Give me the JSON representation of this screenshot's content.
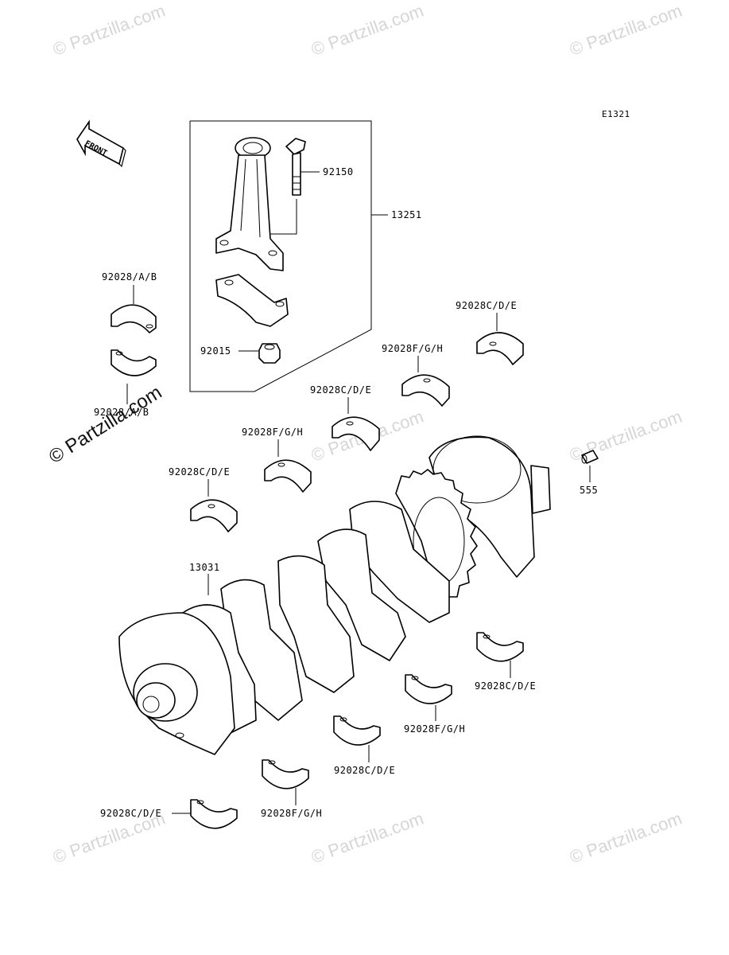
{
  "diagram": {
    "code": "E1321",
    "front_label": "FRONT",
    "watermark": "© Partzilla.com",
    "part_labels": {
      "conrod_assembly": "13251",
      "conrod_bolt": "92150",
      "conrod_nut": "92015",
      "crankshaft": "13031",
      "pin": "555",
      "bearing_ab_top": "92028/A/B",
      "bearing_ab_bottom": "92028/A/B",
      "bearing_cde_1": "92028C/D/E",
      "bearing_fgh_1": "92028F/G/H",
      "bearing_cde_2": "92028C/D/E",
      "bearing_fgh_2": "92028F/G/H",
      "bearing_cde_3": "92028C/D/E",
      "bearing_cde_4": "92028C/D/E",
      "bearing_fgh_3": "92028F/G/H",
      "bearing_cde_5": "92028C/D/E",
      "bearing_fgh_4": "92028F/G/H",
      "bearing_cde_6": "92028C/D/E"
    }
  }
}
